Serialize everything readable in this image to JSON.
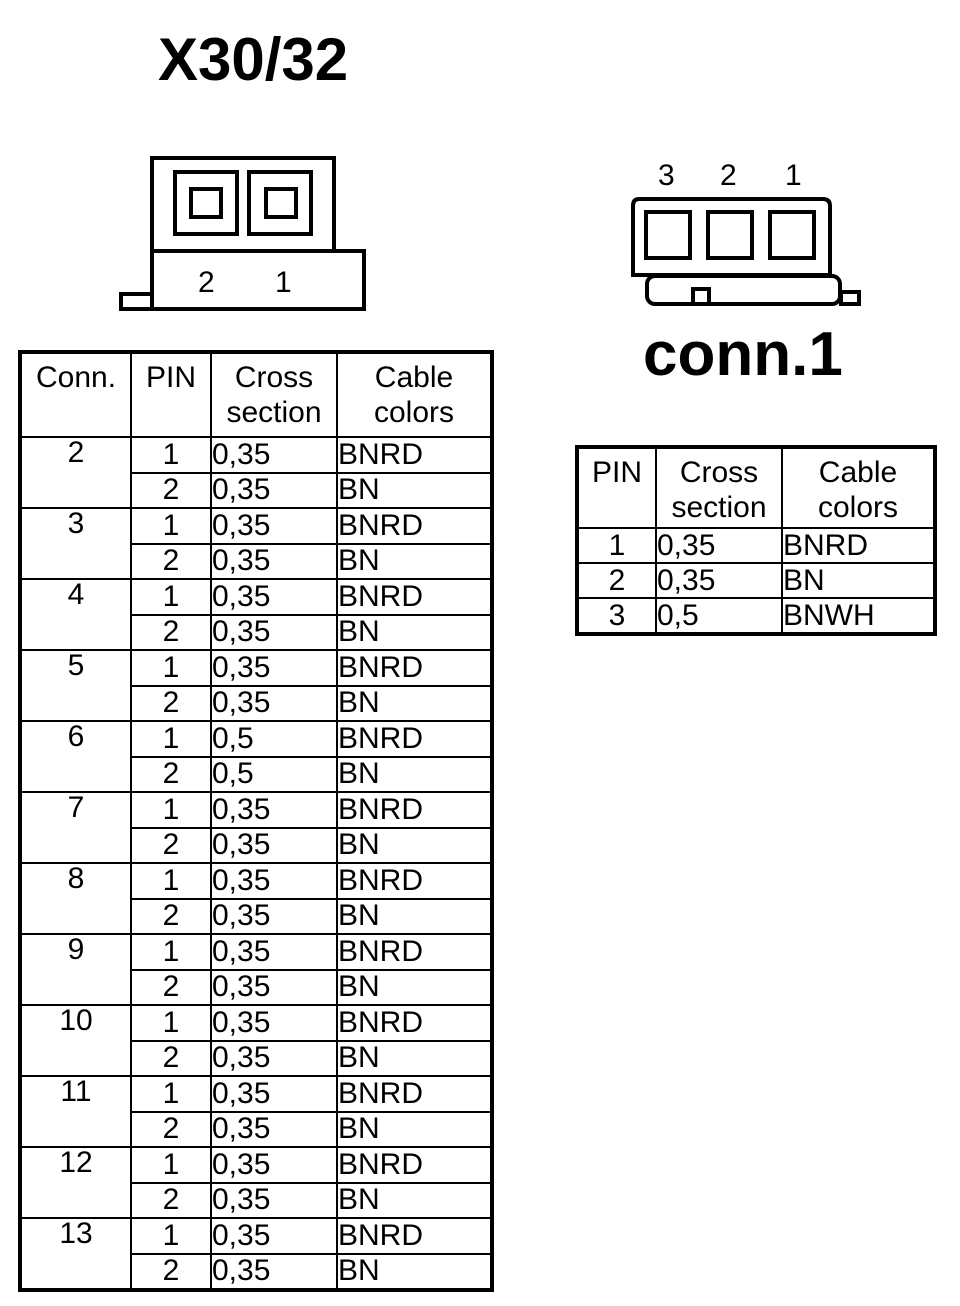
{
  "title": "X30/32",
  "x30_connector": {
    "pin_labels": [
      "2",
      "1"
    ]
  },
  "conn1": {
    "title": "conn.1",
    "pin_labels": [
      "3",
      "2",
      "1"
    ],
    "table": {
      "headers": {
        "pin": "PIN",
        "cross_1": "Cross",
        "cross_2": "section",
        "color_1": "Cable",
        "color_2": "colors"
      },
      "rows": [
        {
          "pin": "1",
          "cross": "0,35",
          "color": "BNRD"
        },
        {
          "pin": "2",
          "cross": "0,35",
          "color": "BN"
        },
        {
          "pin": "3",
          "cross": "0,5",
          "color": "BNWH"
        }
      ]
    }
  },
  "x30_table": {
    "headers": {
      "conn": "Conn.",
      "pin": "PIN",
      "cross_1": "Cross",
      "cross_2": "section",
      "color_1": "Cable",
      "color_2": "colors"
    },
    "groups": [
      {
        "conn": "2",
        "rows": [
          {
            "pin": "1",
            "cross": "0,35",
            "color": "BNRD"
          },
          {
            "pin": "2",
            "cross": "0,35",
            "color": "BN"
          }
        ]
      },
      {
        "conn": "3",
        "rows": [
          {
            "pin": "1",
            "cross": "0,35",
            "color": "BNRD"
          },
          {
            "pin": "2",
            "cross": "0,35",
            "color": "BN"
          }
        ]
      },
      {
        "conn": "4",
        "rows": [
          {
            "pin": "1",
            "cross": "0,35",
            "color": "BNRD"
          },
          {
            "pin": "2",
            "cross": "0,35",
            "color": "BN"
          }
        ]
      },
      {
        "conn": "5",
        "rows": [
          {
            "pin": "1",
            "cross": "0,35",
            "color": "BNRD"
          },
          {
            "pin": "2",
            "cross": "0,35",
            "color": "BN"
          }
        ]
      },
      {
        "conn": "6",
        "rows": [
          {
            "pin": "1",
            "cross": "0,5",
            "color": "BNRD"
          },
          {
            "pin": "2",
            "cross": "0,5",
            "color": "BN"
          }
        ]
      },
      {
        "conn": "7",
        "rows": [
          {
            "pin": "1",
            "cross": "0,35",
            "color": "BNRD"
          },
          {
            "pin": "2",
            "cross": "0,35",
            "color": "BN"
          }
        ]
      },
      {
        "conn": "8",
        "rows": [
          {
            "pin": "1",
            "cross": "0,35",
            "color": "BNRD"
          },
          {
            "pin": "2",
            "cross": "0,35",
            "color": "BN"
          }
        ]
      },
      {
        "conn": "9",
        "rows": [
          {
            "pin": "1",
            "cross": "0,35",
            "color": "BNRD"
          },
          {
            "pin": "2",
            "cross": "0,35",
            "color": "BN"
          }
        ]
      },
      {
        "conn": "10",
        "rows": [
          {
            "pin": "1",
            "cross": "0,35",
            "color": "BNRD"
          },
          {
            "pin": "2",
            "cross": "0,35",
            "color": "BN"
          }
        ]
      },
      {
        "conn": "11",
        "rows": [
          {
            "pin": "1",
            "cross": "0,35",
            "color": "BNRD"
          },
          {
            "pin": "2",
            "cross": "0,35",
            "color": "BN"
          }
        ]
      },
      {
        "conn": "12",
        "rows": [
          {
            "pin": "1",
            "cross": "0,35",
            "color": "BNRD"
          },
          {
            "pin": "2",
            "cross": "0,35",
            "color": "BN"
          }
        ]
      },
      {
        "conn": "13",
        "rows": [
          {
            "pin": "1",
            "cross": "0,35",
            "color": "BNRD"
          },
          {
            "pin": "2",
            "cross": "0,35",
            "color": "BN"
          }
        ]
      }
    ]
  }
}
